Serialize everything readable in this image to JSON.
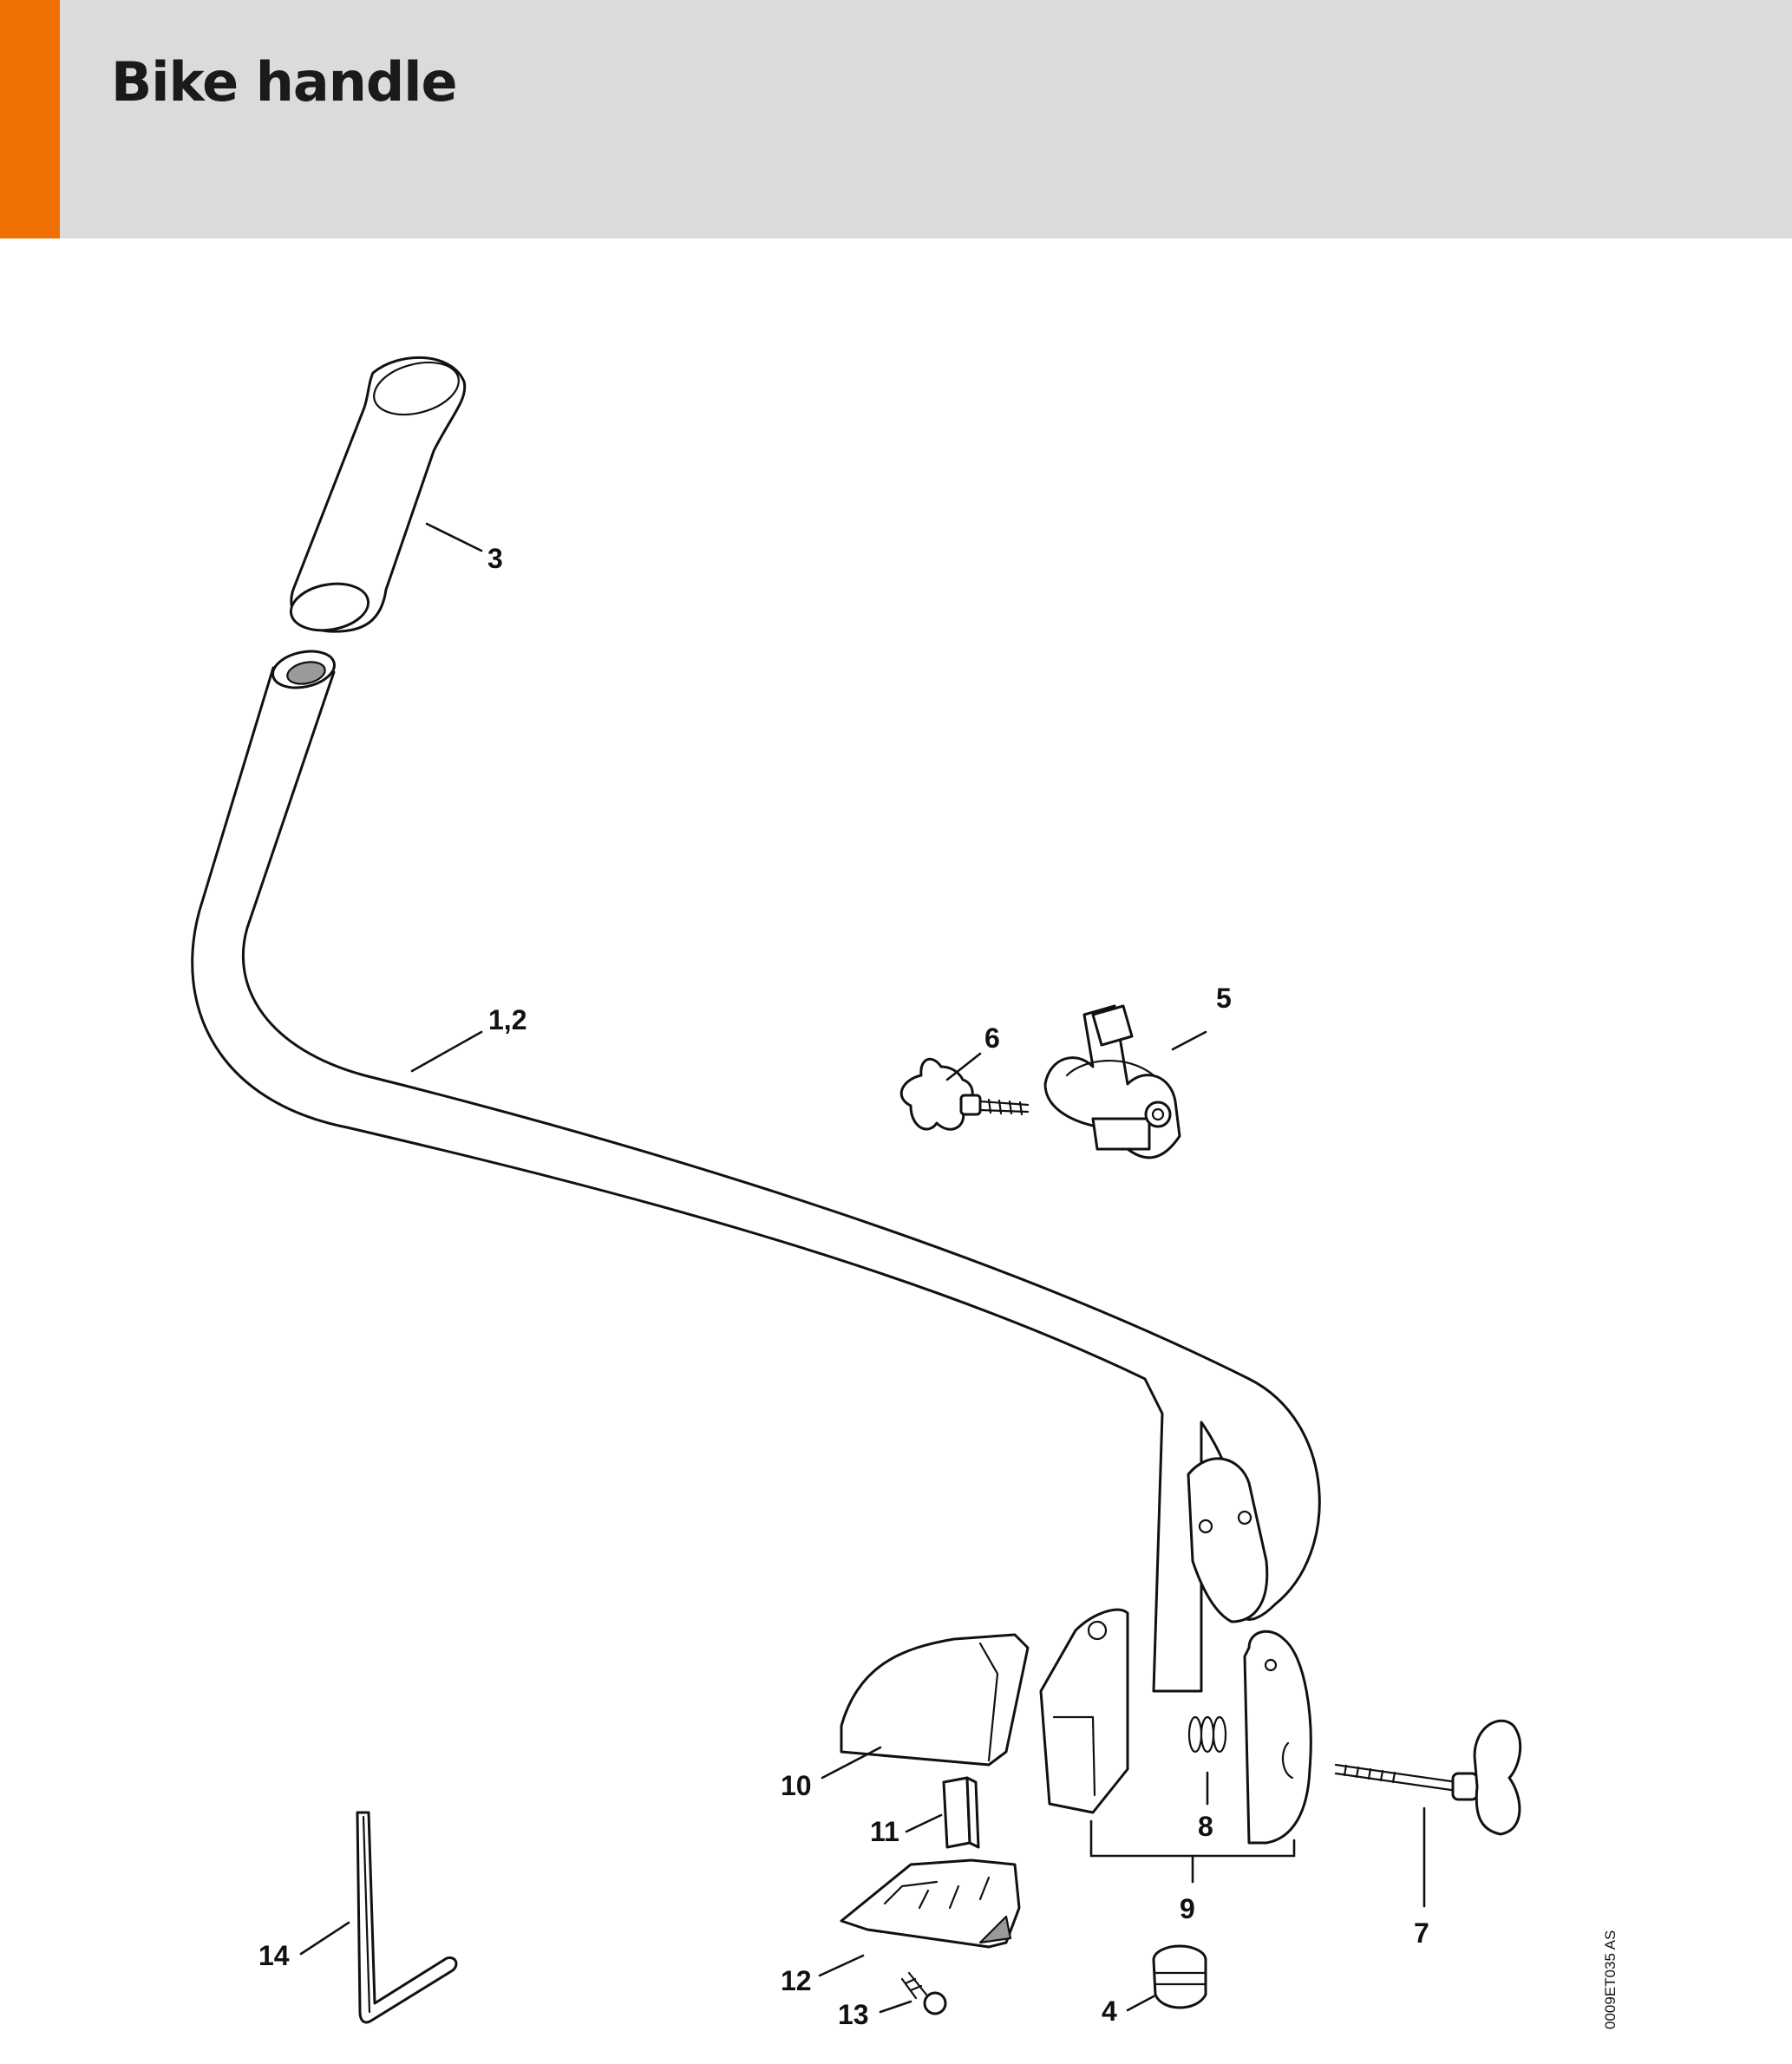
{
  "header": {
    "title": "Bike handle",
    "accent_color": "#ef7000",
    "background_color": "#dadbda"
  },
  "drawing_code": "0009ET035 AS",
  "callouts": {
    "handle_bar": "1,2",
    "grip": "3",
    "plug": "4",
    "handle_support": "5",
    "star_knob": "6",
    "wing_screw": "7",
    "spring": "8",
    "clamp_assembly": "9",
    "cover_top": "10",
    "insert": "11",
    "cover_bottom": "12",
    "screw": "13",
    "hex_key": "14"
  }
}
